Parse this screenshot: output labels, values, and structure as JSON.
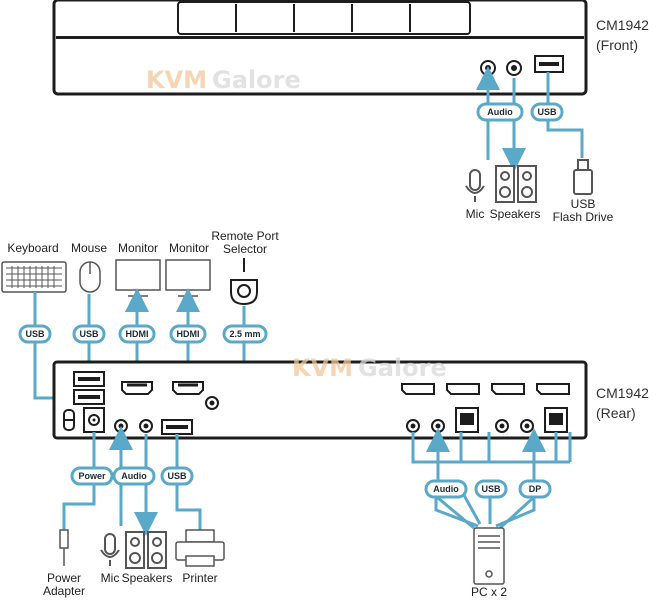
{
  "front": {
    "title_model": "CM1942",
    "title_side": "(Front)",
    "pills": {
      "audio": "Audio",
      "usb": "USB"
    },
    "devices": {
      "mic": "Mic",
      "speakers": "Speakers",
      "usb_line1": "USB",
      "usb_line2": "Flash Drive"
    }
  },
  "rear": {
    "title_model": "CM1942",
    "title_side": "(Rear)",
    "top_devices": {
      "keyboard": "Keyboard",
      "mouse": "Mouse",
      "monitor1": "Monitor",
      "monitor2": "Monitor",
      "selector_line1": "Remote Port",
      "selector_line2": "Selector"
    },
    "top_pills": {
      "kbd": "USB",
      "mouse": "USB",
      "hdmi1": "HDMI",
      "hdmi2": "HDMI",
      "selector": "2.5 mm"
    },
    "bottom_pills": {
      "power": "Power",
      "audio": "Audio",
      "usb": "USB"
    },
    "bottom_devices": {
      "power_line1": "Power",
      "power_line2": "Adapter",
      "mic": "Mic",
      "speakers": "Speakers",
      "printer": "Printer"
    },
    "pc_pills": {
      "audio": "Audio",
      "usb": "USB",
      "dp": "DP"
    },
    "pc_label": "PC x 2"
  },
  "watermark": {
    "part1": "KVM",
    "part2": "Galore"
  },
  "colors": {
    "pill_border": "#5aa9c8",
    "pill_fill": "#ffffff",
    "chassis": "#1d1d1d",
    "port": "#333333",
    "watermark_orange": "#f2c79b",
    "watermark_gray": "#d9d9d9"
  }
}
